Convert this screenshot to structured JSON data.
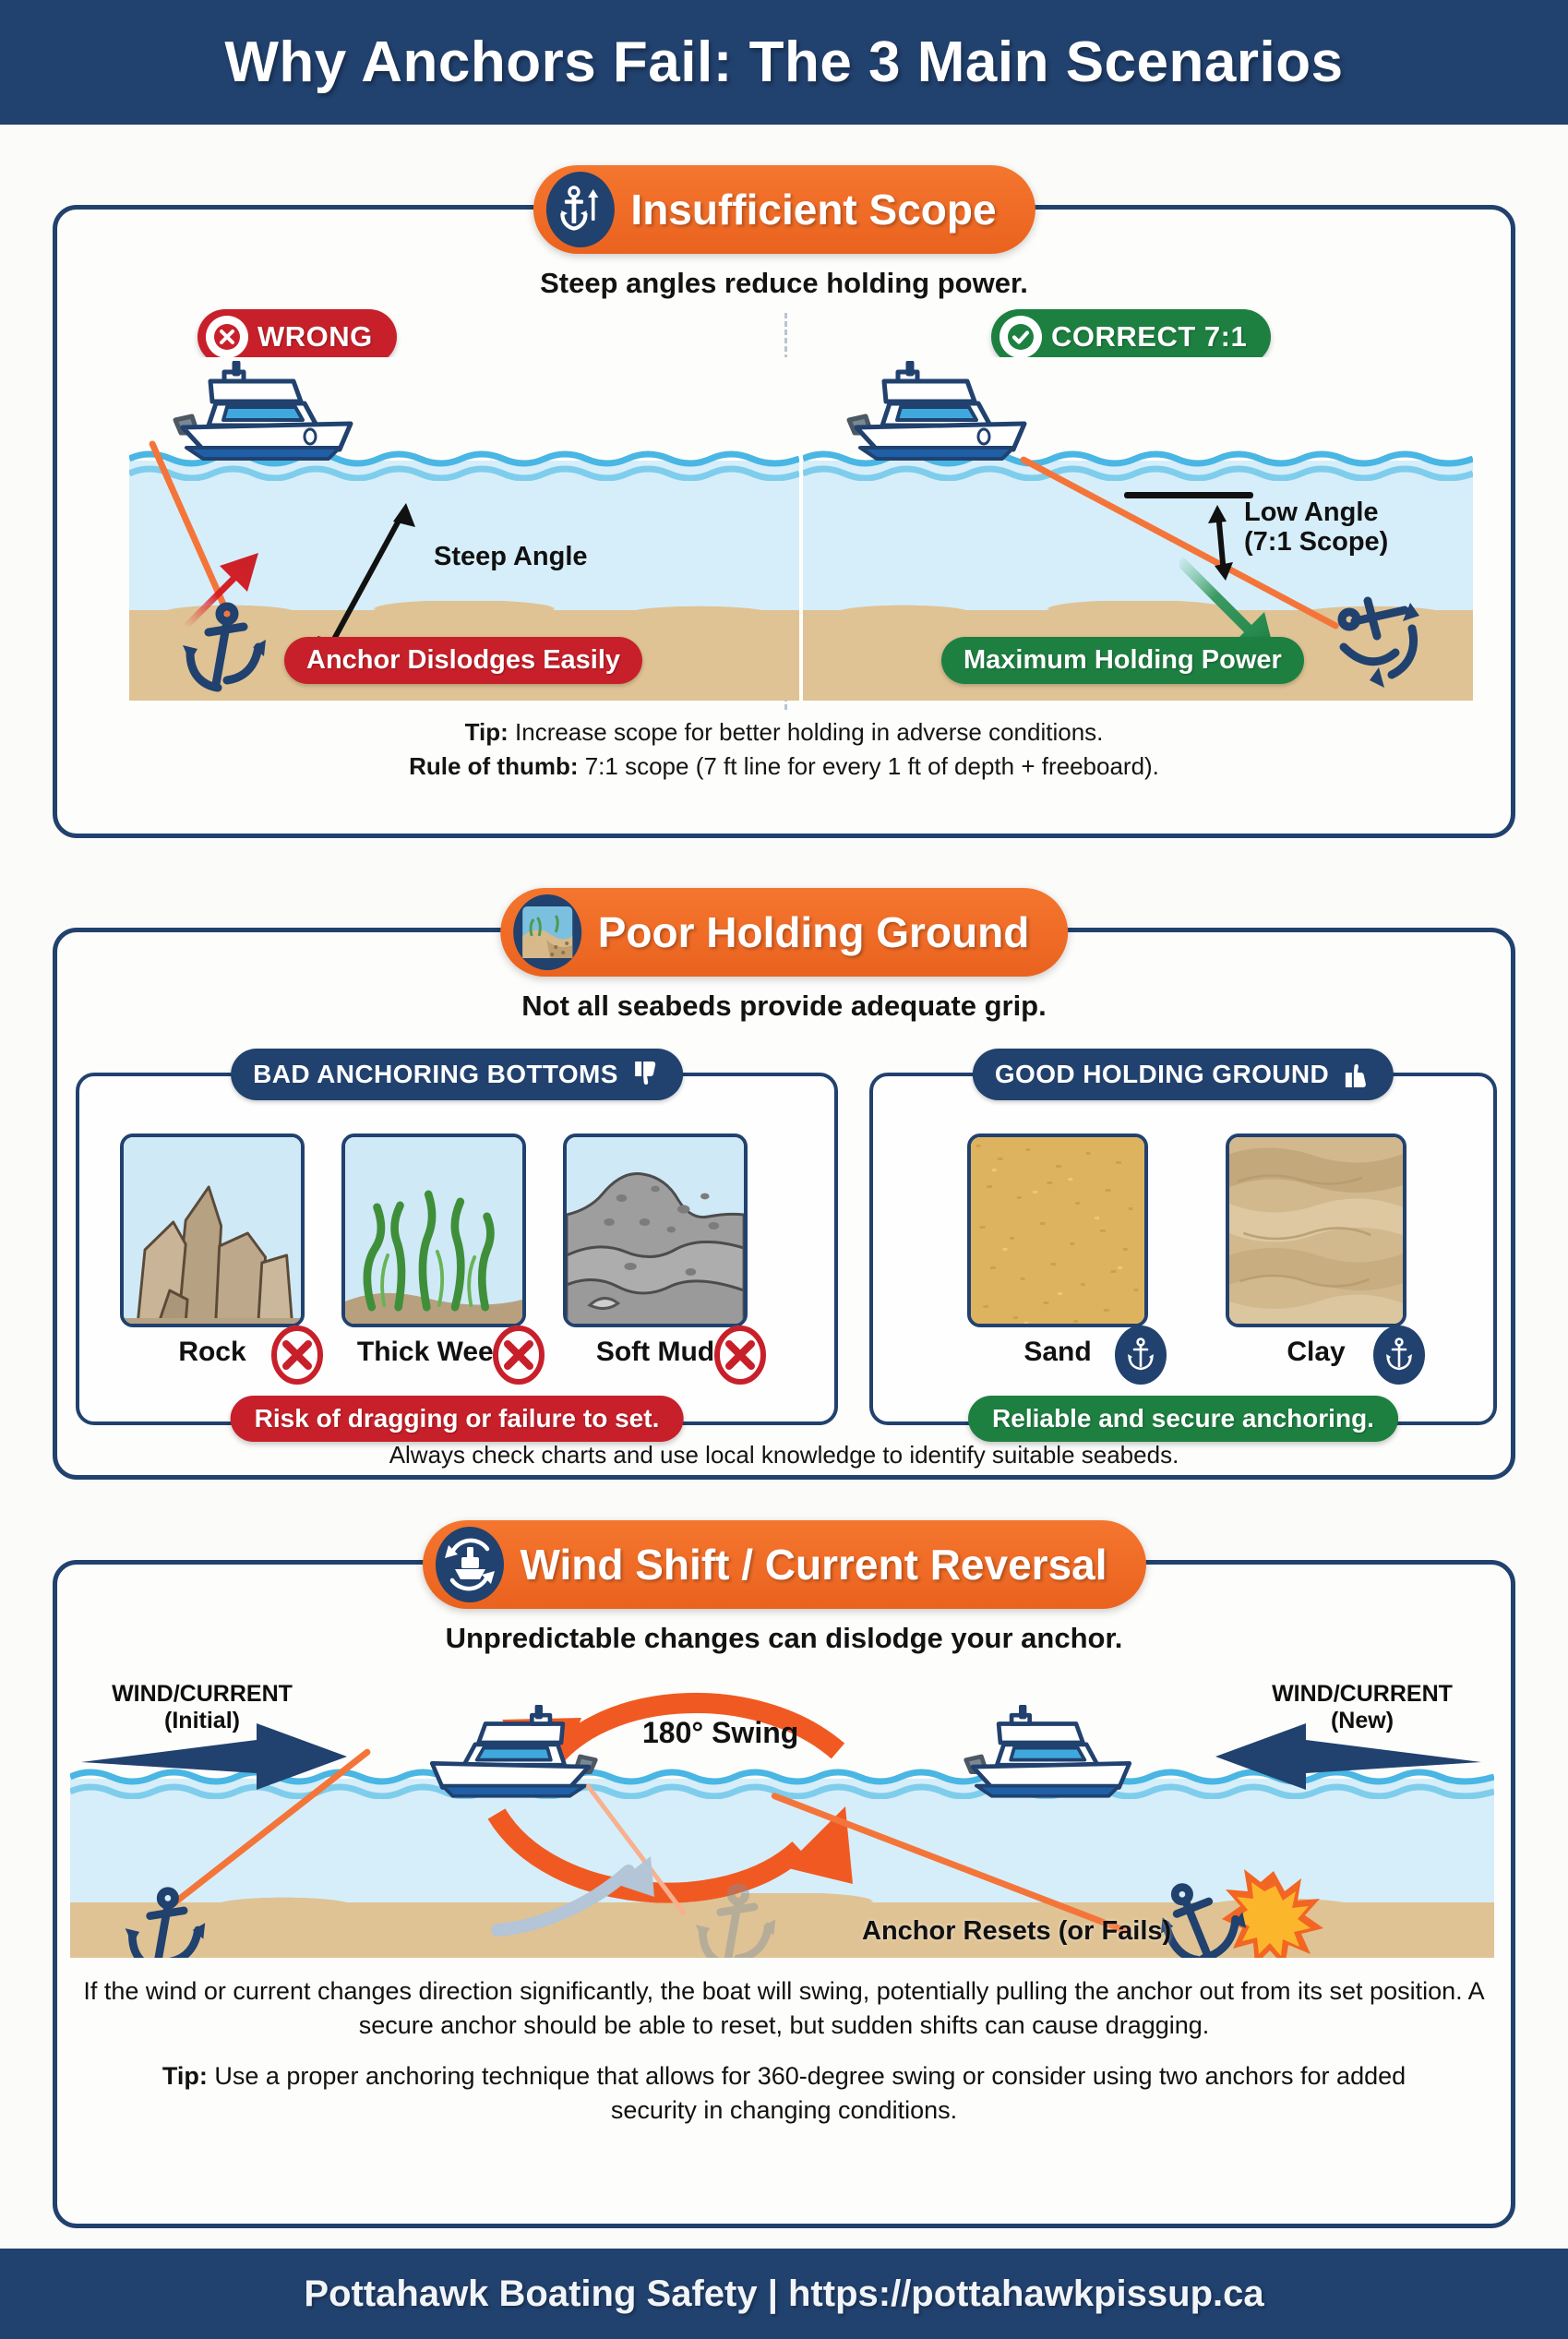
{
  "header": {
    "title": "Why Anchors Fail: The 3 Main Scenarios"
  },
  "footer": {
    "text": "Pottahawk Boating Safety | https://pottahawkpissup.ca"
  },
  "colors": {
    "navy": "#21416e",
    "orange": "#ef6b26",
    "red": "#c8202a",
    "green": "#1d8041",
    "water": "#d6eef9",
    "sand": "#dfc395",
    "rode": "#f4753a"
  },
  "sections": [
    {
      "id": "insufficient-scope",
      "icon": "anchor-scope-icon",
      "title": "Insufficient Scope",
      "subtitle": "Steep angles reduce holding power.",
      "left_panel": {
        "verdict": "WRONG",
        "verdict_icon": "x-circle-icon",
        "angle_label": "Steep Angle",
        "result_tag": "Anchor Dislodges Easily"
      },
      "right_panel": {
        "verdict": "CORRECT 7:1",
        "verdict_icon": "check-circle-icon",
        "angle_label_line1": "Low Angle",
        "angle_label_line2": "(7:1 Scope)",
        "result_tag": "Maximum Holding Power"
      },
      "notes": [
        {
          "lead": "Tip:",
          "text": " Increase scope for better holding in adverse conditions."
        },
        {
          "lead": "Rule of thumb:",
          "text": " 7:1 scope (7 ft line for every 1 ft of depth + freeboard)."
        }
      ]
    },
    {
      "id": "poor-holding-ground",
      "icon": "seabed-icon",
      "title": "Poor Holding Ground",
      "subtitle": "Not all seabeds provide adequate grip.",
      "bad_panel": {
        "heading": "BAD ANCHORING BOTTOMS",
        "heading_icon": "thumbs-down-icon",
        "items": [
          {
            "label": "Rock",
            "mark": "x-mark-icon",
            "swatch": "rock"
          },
          {
            "label": "Thick Weed",
            "mark": "x-mark-icon",
            "swatch": "weed"
          },
          {
            "label": "Soft Mud",
            "mark": "x-mark-icon",
            "swatch": "mud"
          }
        ],
        "banner": "Risk of dragging or failure to set."
      },
      "good_panel": {
        "heading": "GOOD HOLDING GROUND",
        "heading_icon": "thumbs-up-icon",
        "items": [
          {
            "label": "Sand",
            "mark": "anchor-mark-icon",
            "swatch": "sand"
          },
          {
            "label": "Clay",
            "mark": "anchor-mark-icon",
            "swatch": "clay"
          }
        ],
        "banner": "Reliable and secure anchoring."
      },
      "footnote": "Always check charts and use local knowledge to identify suitable seabeds."
    },
    {
      "id": "wind-shift-current-reversal",
      "icon": "boat-rotate-icon",
      "title": "Wind Shift / Current Reversal",
      "subtitle": "Unpredictable changes can dislodge your anchor.",
      "wind_initial_line1": "WIND/CURRENT",
      "wind_initial_line2": "(Initial)",
      "wind_new_line1": "WIND/CURRENT",
      "wind_new_line2": "(New)",
      "swing_label": "180° Swing",
      "seabed_note": "Anchor Resets (or Fails)",
      "paragraph": "If the wind or current changes direction significantly, the boat will swing, potentially pulling the anchor out from its set position. A secure anchor should be able to reset, but sudden shifts can cause dragging.",
      "tip_lead": "Tip:",
      "tip_text": " Use a proper anchoring technique that allows for 360-degree swing or consider using two anchors for added security in changing conditions."
    }
  ]
}
